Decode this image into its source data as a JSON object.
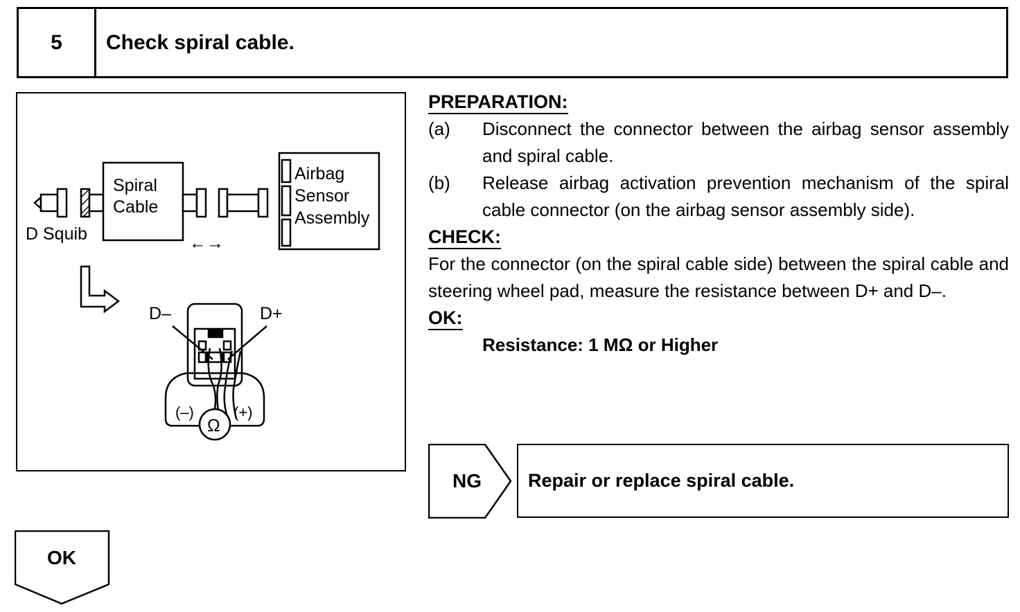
{
  "step": {
    "number": "5",
    "title": "Check spiral cable."
  },
  "figure": {
    "spiral_cable_label_line1": "Spiral",
    "spiral_cable_label_line2": "Cable",
    "d_squib_label": "D Squib",
    "airbag_label_line1": "Airbag",
    "airbag_label_line2": "Sensor",
    "airbag_label_line3": "Assembly",
    "arrows_label": "←→",
    "d_minus_label": "D–",
    "d_plus_label": "D+",
    "minus_probe_label": "(–)",
    "plus_probe_label": "(+)",
    "ohm_symbol": "Ω"
  },
  "preparation": {
    "heading": "PREPARATION:",
    "items": [
      {
        "marker": "(a)",
        "text": "Disconnect the connector between the airbag sensor assembly and spiral cable."
      },
      {
        "marker": "(b)",
        "text": "Release airbag activation prevention mechanism of the spiral cable connector (on the airbag sensor assembly side)."
      }
    ]
  },
  "check": {
    "heading": "CHECK:",
    "text": "For the connector (on the spiral cable side) between the spiral cable and steering wheel pad, measure the resistance between D+ and D–."
  },
  "ok_spec": {
    "heading": "OK:",
    "text": "Resistance: 1 MΩ or Higher"
  },
  "ng": {
    "label": "NG",
    "action": "Repair or replace spiral cable."
  },
  "ok_next": {
    "label": "OK"
  }
}
